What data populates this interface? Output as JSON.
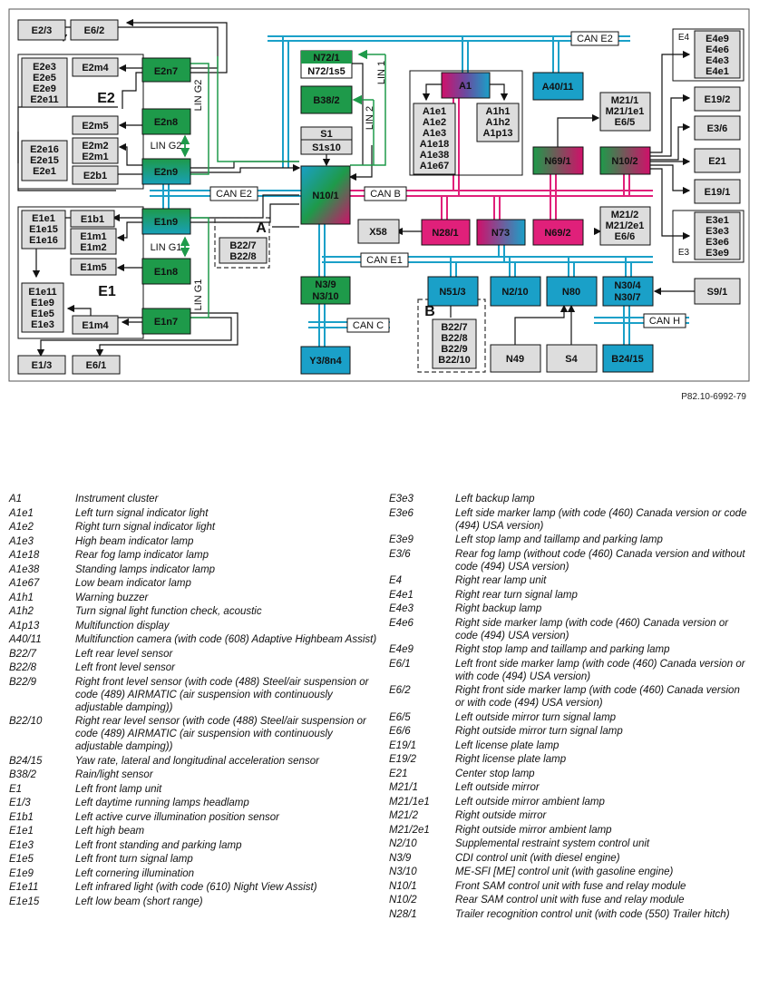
{
  "diagram": {
    "reference": "P82.10-6992-79",
    "labels": {
      "E2": "E2",
      "E1": "E1",
      "E3": "E3",
      "E4": "E4",
      "groupA": "A",
      "groupB": "B",
      "linG2_vert": "LIN G2",
      "linG2_mid": "LIN G2",
      "linG1_vert": "LIN G1",
      "linG1_mid": "LIN G1",
      "lin1": "LIN 1",
      "lin2": "LIN 2",
      "canE2_top": "CAN E2",
      "canE2_mid": "CAN E2",
      "canB": "CAN B",
      "canE1": "CAN E1",
      "canC": "CAN C",
      "canH": "CAN H"
    },
    "boxes": {
      "E2_3": "E2/3",
      "E6_2": "E6/2",
      "E2e_group": [
        "E2e3",
        "E2e5",
        "E2e9",
        "E2e11"
      ],
      "E2m4": "E2m4",
      "E2m5": "E2m5",
      "E2m_group": [
        "E2m2",
        "E2m1"
      ],
      "E2e_group2": [
        "E2e16",
        "E2e15",
        "E2e1"
      ],
      "E2b1": "E2b1",
      "E2n7": "E2n7",
      "E2n8": "E2n8",
      "E2n9": "E2n9",
      "E1e_group": [
        "E1e1",
        "E1e15",
        "E1e16"
      ],
      "E1b1": "E1b1",
      "E1m_group": [
        "E1m1",
        "E1m2"
      ],
      "E1m5": "E1m5",
      "E1e_group2": [
        "E1e11",
        "E1e9",
        "E1e5",
        "E1e3"
      ],
      "E1m4": "E1m4",
      "E1n9": "E1n9",
      "E1n8": "E1n8",
      "E1n7": "E1n7",
      "E1_3": "E1/3",
      "E6_1": "E6/1",
      "B22_A": [
        "B22/7",
        "B22/8"
      ],
      "N72": [
        "N72/1",
        "N72/1s5"
      ],
      "B38_2": "B38/2",
      "S1": "S1",
      "S1s10": "S1s10",
      "N10_1": "N10/1",
      "X58": "X58",
      "N3": [
        "N3/9",
        "N3/10"
      ],
      "Y3_8n4": "Y3/8n4",
      "A1": "A1",
      "A1e_group": [
        "A1e1",
        "A1e2",
        "A1e3",
        "A1e18",
        "A1e38",
        "A1e67"
      ],
      "A1h_group": [
        "A1h1",
        "A1h2",
        "A1p13"
      ],
      "A40_11": "A40/11",
      "M21_1_group": [
        "M21/1",
        "M21/1e1",
        "E6/5"
      ],
      "N69_1": "N69/1",
      "N28_1": "N28/1",
      "N73": "N73",
      "N69_2": "N69/2",
      "M21_2_group": [
        "M21/2",
        "M21/2e1",
        "E6/6"
      ],
      "N10_2": "N10/2",
      "E4_group": [
        "E4e9",
        "E4e6",
        "E4e3",
        "E4e1"
      ],
      "E19_2": "E19/2",
      "E3_6": "E3/6",
      "E21": "E21",
      "E19_1": "E19/1",
      "E3_group": [
        "E3e1",
        "E3e3",
        "E3e6",
        "E3e9"
      ],
      "N51_3": "N51/3",
      "N2_10": "N2/10",
      "N80": "N80",
      "N30": [
        "N30/4",
        "N30/7"
      ],
      "S9_1": "S9/1",
      "B22_B": [
        "B22/7",
        "B22/8",
        "B22/9",
        "B22/10"
      ],
      "N49": "N49",
      "S4": "S4",
      "B24_15": "B24/15"
    }
  },
  "legend_left": [
    {
      "code": "A1",
      "desc": "Instrument cluster"
    },
    {
      "code": "A1e1",
      "desc": "Left turn signal indicator light"
    },
    {
      "code": "A1e2",
      "desc": "Right turn signal indicator light"
    },
    {
      "code": "A1e3",
      "desc": "High beam indicator lamp"
    },
    {
      "code": "A1e18",
      "desc": "Rear fog lamp indicator lamp"
    },
    {
      "code": "A1e38",
      "desc": "Standing lamps indicator lamp"
    },
    {
      "code": "A1e67",
      "desc": "Low beam indicator lamp"
    },
    {
      "code": "A1h1",
      "desc": "Warning buzzer"
    },
    {
      "code": "A1h2",
      "desc": "Turn signal light function check, acoustic"
    },
    {
      "code": "A1p13",
      "desc": "Multifunction display"
    },
    {
      "code": "A40/11",
      "desc": "Multifunction camera (with code (608) Adaptive Highbeam Assist)"
    },
    {
      "code": "B22/7",
      "desc": "Left rear level sensor"
    },
    {
      "code": "B22/8",
      "desc": "Left front level sensor"
    },
    {
      "code": "B22/9",
      "desc": "Right front level sensor (with code (488) Steel/air suspension or code (489) AIRMATIC (air suspension with continuously adjustable damping))"
    },
    {
      "code": "B22/10",
      "desc": "Right rear level sensor (with code (488) Steel/air suspension or code (489) AIRMATIC (air suspension with continuously adjustable damping))"
    },
    {
      "code": "B24/15",
      "desc": "Yaw rate, lateral and longitudinal acceleration sensor"
    },
    {
      "code": "B38/2",
      "desc": "Rain/light sensor"
    },
    {
      "code": "E1",
      "desc": "Left front lamp unit"
    },
    {
      "code": "E1/3",
      "desc": "Left daytime running lamps headlamp"
    },
    {
      "code": "E1b1",
      "desc": "Left active curve illumination position sensor"
    },
    {
      "code": "E1e1",
      "desc": "Left high beam"
    },
    {
      "code": "E1e3",
      "desc": "Left front standing and parking lamp"
    },
    {
      "code": "E1e5",
      "desc": "Left front turn signal lamp"
    },
    {
      "code": "E1e9",
      "desc": "Left cornering illumination"
    },
    {
      "code": "E1e11",
      "desc": "Left infrared light (with code (610) Night View Assist)"
    },
    {
      "code": "E1e15",
      "desc": "Left low beam (short range)"
    }
  ],
  "legend_right": [
    {
      "code": "E3e3",
      "desc": "Left backup lamp"
    },
    {
      "code": "E3e6",
      "desc": "Left side marker lamp (with code (460) Canada version or code (494) USA version)"
    },
    {
      "code": "E3e9",
      "desc": "Left stop lamp and taillamp and parking lamp"
    },
    {
      "code": "E3/6",
      "desc": "Rear fog lamp (without code (460) Canada version and without code (494) USA version)"
    },
    {
      "code": "E4",
      "desc": "Right rear lamp unit"
    },
    {
      "code": "E4e1",
      "desc": "Right rear turn signal lamp"
    },
    {
      "code": "E4e3",
      "desc": "Right backup lamp"
    },
    {
      "code": "E4e6",
      "desc": "Right side marker lamp (with code (460) Canada version or code (494) USA version)"
    },
    {
      "code": "E4e9",
      "desc": "Right stop lamp and taillamp and parking lamp"
    },
    {
      "code": "E6/1",
      "desc": "Left front side marker lamp (with code (460) Canada version or with code (494) USA version)"
    },
    {
      "code": "E6/2",
      "desc": "Right front side marker lamp (with code (460) Canada version or with code (494) USA version)"
    },
    {
      "code": "E6/5",
      "desc": "Left outside mirror turn signal lamp"
    },
    {
      "code": "E6/6",
      "desc": "Right outside mirror turn signal lamp"
    },
    {
      "code": "E19/1",
      "desc": "Left license plate lamp"
    },
    {
      "code": "E19/2",
      "desc": "Right license plate lamp"
    },
    {
      "code": "E21",
      "desc": "Center stop lamp"
    },
    {
      "code": "M21/1",
      "desc": "Left outside mirror"
    },
    {
      "code": "M21/1e1",
      "desc": "Left outside mirror ambient lamp"
    },
    {
      "code": "M21/2",
      "desc": "Right outside mirror"
    },
    {
      "code": "M21/2e1",
      "desc": "Right outside mirror ambient lamp"
    },
    {
      "code": "N2/10",
      "desc": "Supplemental restraint system control unit"
    },
    {
      "code": "N3/9",
      "desc": "CDI control unit (with diesel engine)"
    },
    {
      "code": "N3/10",
      "desc": "ME-SFI [ME] control unit (with gasoline engine)"
    },
    {
      "code": "N10/1",
      "desc": "Front SAM control unit with fuse and relay module"
    },
    {
      "code": "N10/2",
      "desc": "Rear SAM control unit with fuse and relay module"
    },
    {
      "code": "N28/1",
      "desc": "Trailer recognition control unit (with code (550) Trailer hitch)"
    }
  ]
}
